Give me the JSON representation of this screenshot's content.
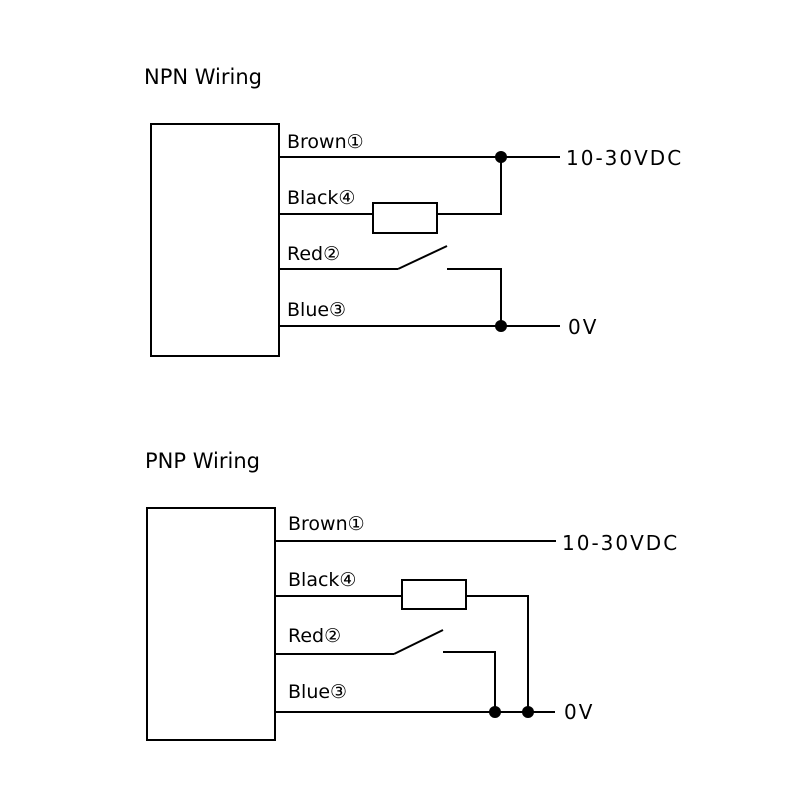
{
  "npn": {
    "title": "NPN Wiring",
    "wires": {
      "brown": "Brown①",
      "black": "Black④",
      "red": "Red②",
      "blue": "Blue③"
    },
    "supply": "10-30VDC",
    "ground": "0V"
  },
  "pnp": {
    "title": "PNP Wiring",
    "wires": {
      "brown": "Brown①",
      "black": "Black④",
      "red": "Red②",
      "blue": "Blue③"
    },
    "supply": "10-30VDC",
    "ground": "0V"
  }
}
